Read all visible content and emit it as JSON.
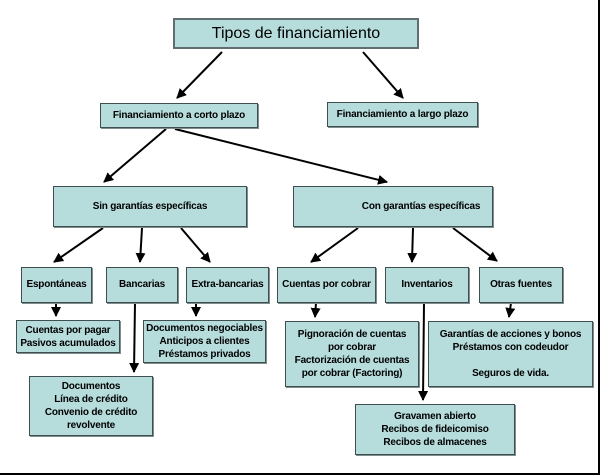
{
  "diagram": {
    "title": "Tipos de financiamiento",
    "level2": {
      "corto": "Financiamiento a corto plazo",
      "largo": "Financiamiento a largo plazo"
    },
    "level3": {
      "sin": "Sin garantías específicas",
      "con": "Con garantías específicas"
    },
    "level4": {
      "espontaneas": "Espontáneas",
      "bancarias": "Bancarias",
      "extra_bancarias": "Extra-bancarias",
      "cuentas_por_cobrar": "Cuentas por cobrar",
      "inventarios": "Inventarios",
      "otras_fuentes": "Otras fuentes"
    },
    "leaves": {
      "espontaneas": "Cuentas por pagar\nPasivos acumulados",
      "bancarias": "Documentos\nLínea de crédito\nConvenio de crédito\nrevolvente",
      "extra_bancarias": "Documentos negociables\nAnticipos a clientes\nPréstamos privados",
      "cuentas_por_cobrar": "Pignoración de cuentas\npor cobrar\nFactorización de cuentas\npor cobrar (Factoring)",
      "inventarios": "Gravamen abierto\nRecibos de fideicomiso\nRecibos de almacenes",
      "otras_fuentes": "Garantías de acciones y bonos\nPréstamos con codeudor\n\nSeguros de vida."
    },
    "colors": {
      "box_fill": "#b6dcdc",
      "box_border": "#3f4f4f",
      "arrow": "#000000",
      "background": "#ffffff"
    }
  }
}
